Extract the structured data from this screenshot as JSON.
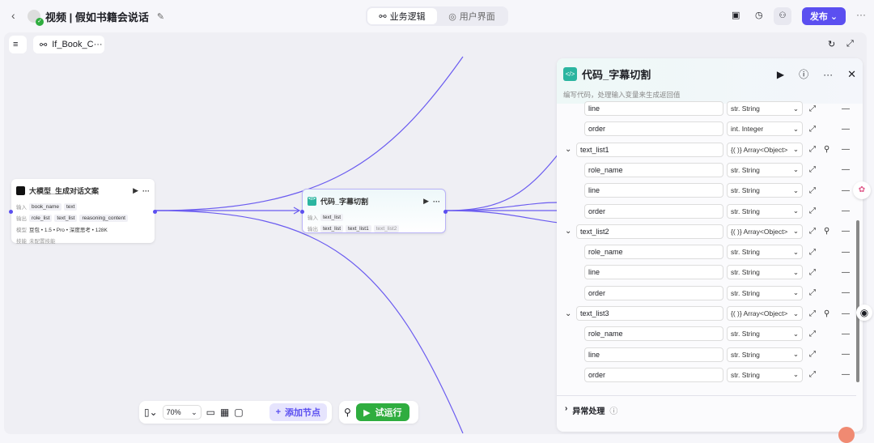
{
  "header": {
    "title": "视频 | 假如书籍会说话",
    "tabs": [
      "业务逻辑",
      "用户界面"
    ],
    "publish": "发布"
  },
  "canvas": {
    "workflow_name": "If_Book_C···"
  },
  "node_llm": {
    "title": "大模型_生成对话文案",
    "input_label": "输入",
    "inputs": [
      "book_name",
      "text"
    ],
    "output_label": "输出",
    "outputs": [
      "role_list",
      "text_list",
      "reasoning_content"
    ],
    "model_label": "模型",
    "model": "豆包 • 1.5 • Pro • 深度思考 • 128K",
    "skill_label": "技能",
    "skill": "未配置技能"
  },
  "node_code": {
    "title": "代码_字幕切割",
    "input_label": "输入",
    "inputs": [
      "text_list"
    ],
    "output_label": "输出",
    "outputs": [
      "text_list",
      "text_list1",
      "text_list2"
    ]
  },
  "panel": {
    "title": "代码_字幕切割",
    "description": "编写代码，处理输入变量来生成返回值",
    "rows": [
      {
        "name": "line",
        "type": "str. String",
        "level": 1
      },
      {
        "name": "order",
        "type": "int. Integer",
        "level": 1
      },
      {
        "name": "text_list1",
        "type": "{( )} Array<Object>",
        "level": 0
      },
      {
        "name": "role_name",
        "type": "str. String",
        "level": 1
      },
      {
        "name": "line",
        "type": "str. String",
        "level": 1
      },
      {
        "name": "order",
        "type": "str. String",
        "level": 1
      },
      {
        "name": "text_list2",
        "type": "{( )} Array<Object>",
        "level": 0
      },
      {
        "name": "role_name",
        "type": "str. String",
        "level": 1
      },
      {
        "name": "line",
        "type": "str. String",
        "level": 1
      },
      {
        "name": "order",
        "type": "str. String",
        "level": 1
      },
      {
        "name": "text_list3",
        "type": "{( )} Array<Object>",
        "level": 0
      },
      {
        "name": "role_name",
        "type": "str. String",
        "level": 1
      },
      {
        "name": "line",
        "type": "str. String",
        "level": 1
      },
      {
        "name": "order",
        "type": "str. String",
        "level": 1
      }
    ],
    "exception": "异常处理"
  },
  "toolbar": {
    "zoom": "70%",
    "add_node": "添加节点",
    "run": "试运行"
  },
  "colors": {
    "accent": "#5b4ff0",
    "run": "#2fad3f",
    "code": "#2bb5a0"
  }
}
